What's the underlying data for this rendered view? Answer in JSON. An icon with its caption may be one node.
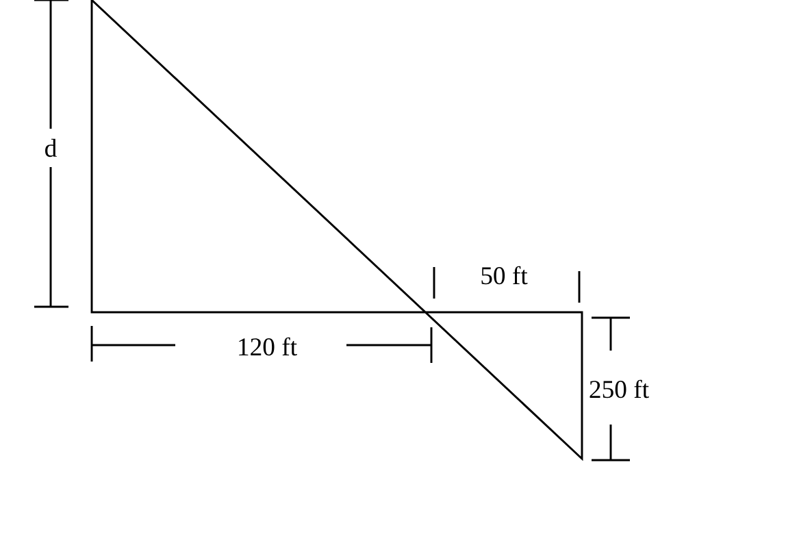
{
  "diagram": {
    "labels": [
      "d",
      "50 ft",
      "120 ft",
      "250 ft"
    ]
  }
}
